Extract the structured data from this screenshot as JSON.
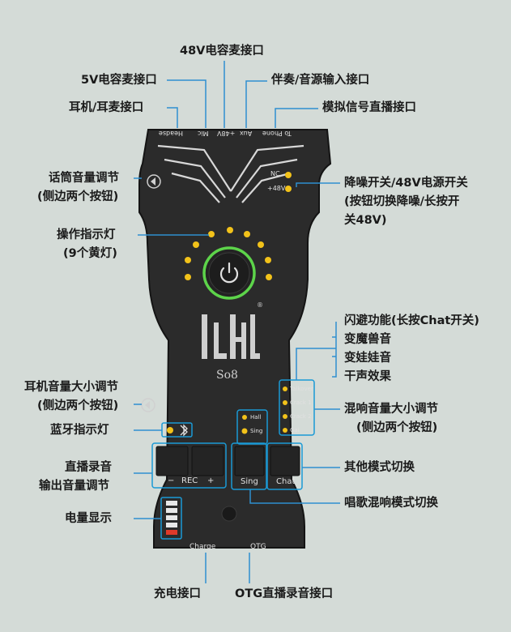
{
  "device": {
    "brand": "ickl",
    "model": "So8",
    "ports": [
      "Headse",
      "Mic",
      "+48V",
      "Aux",
      "To Phone"
    ],
    "indicators_top": [
      "NC",
      "+48V"
    ],
    "mode_lights": [
      "Talkover",
      "Crack 1",
      "Crack 2",
      "Gai"
    ],
    "sing_lights": [
      "Hall",
      "Sing"
    ],
    "rec_minus": "−",
    "rec_label": "REC",
    "rec_plus": "+",
    "sing_button": "Sing",
    "chat_button": "Chat",
    "charge_label": "Charge",
    "otg_label": "OTG",
    "power_level": 0.8
  },
  "callouts": {
    "mic48v": "48V电容麦接口",
    "mic5v": "5V电容麦接口",
    "aux": "伴奏/音源输入接口",
    "headset": "耳机/耳麦接口",
    "tophone": "模拟信号直播接口",
    "mic_vol_1": "话筒音量调节",
    "mic_vol_2": "(侧边两个按钮)",
    "nc_1": "降噪开关/48V电源开关",
    "nc_2": "(按钮切换降噪/长按开",
    "nc_3": "关48V)",
    "op_light_1": "操作指示灯",
    "op_light_2": "(9个黄灯)",
    "talkover": "闪避功能(长按Chat开关)",
    "monster": "变魔兽音",
    "baby": "变娃娃音",
    "dry": "干声效果",
    "hp_vol_1": "耳机音量大小调节",
    "hp_vol_2": "(侧边两个按钮)",
    "reverb_vol_1": "混响音量大小调节",
    "reverb_vol_2": "(侧边两个按钮)",
    "bt": "蓝牙指示灯",
    "rec_1": "直播录音",
    "rec_2": "输出音量调节",
    "other_mode": "其他模式切换",
    "battery": "电量显示",
    "sing_mode": "唱歌混响模式切换",
    "charge_port": "充电接口",
    "otg_port": "OTG直播录音接口"
  },
  "colors": {
    "background": "#d4dbd7",
    "device": "#2b2b2b",
    "callout_line": "#2e8fd0",
    "led": "#f2c21a",
    "power_ring": "#5dd44a",
    "battery_full": "#e8e8e8",
    "battery_low": "#e03a2a"
  }
}
